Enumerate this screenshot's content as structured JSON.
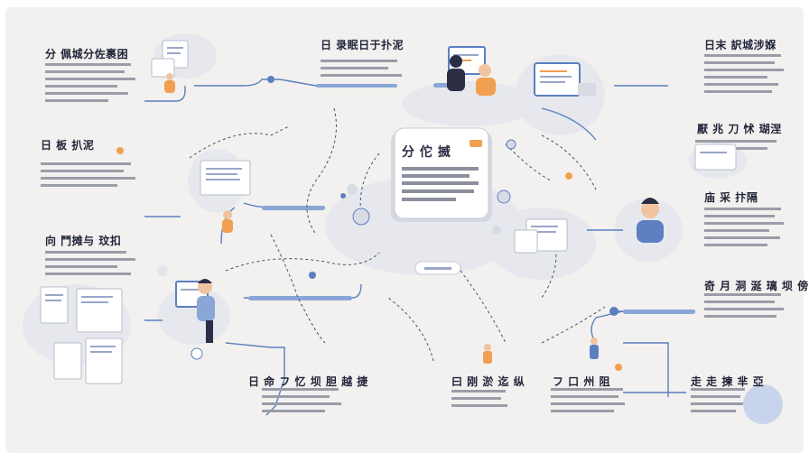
{
  "colors": {
    "background": "#f2f1ef",
    "accent_blue": "#5b7fbf",
    "accent_orange": "#f0a050",
    "text_dark": "#22253a",
    "placeholder_gray": "#9a9da8",
    "cloud": "#e6e8ee"
  },
  "labels": {
    "top_left": "分 佩城分佐裹困",
    "top_center": "日 录眠日于扑泥",
    "top_right": "日末 訳城涉媬",
    "center_card": "分 佗 揻",
    "left_upper": "日 板 扒泥",
    "left_middle": "向 鬥摊与 玟扣",
    "right_upper": "厭 兆 刀 怵 瑚涅",
    "right_middle": "庙 采 抃隔",
    "right_lower": "奇 月 洞 涎 璃 坝 傍",
    "bottom_left": "日 命 フ 忆 坝 胆 越 捷",
    "bottom_center": "曰 刚 淤 迄 纵",
    "bottom_center_right": "フ 口 州 阻",
    "bottom_right": "走 走 揀 芈 亞"
  }
}
